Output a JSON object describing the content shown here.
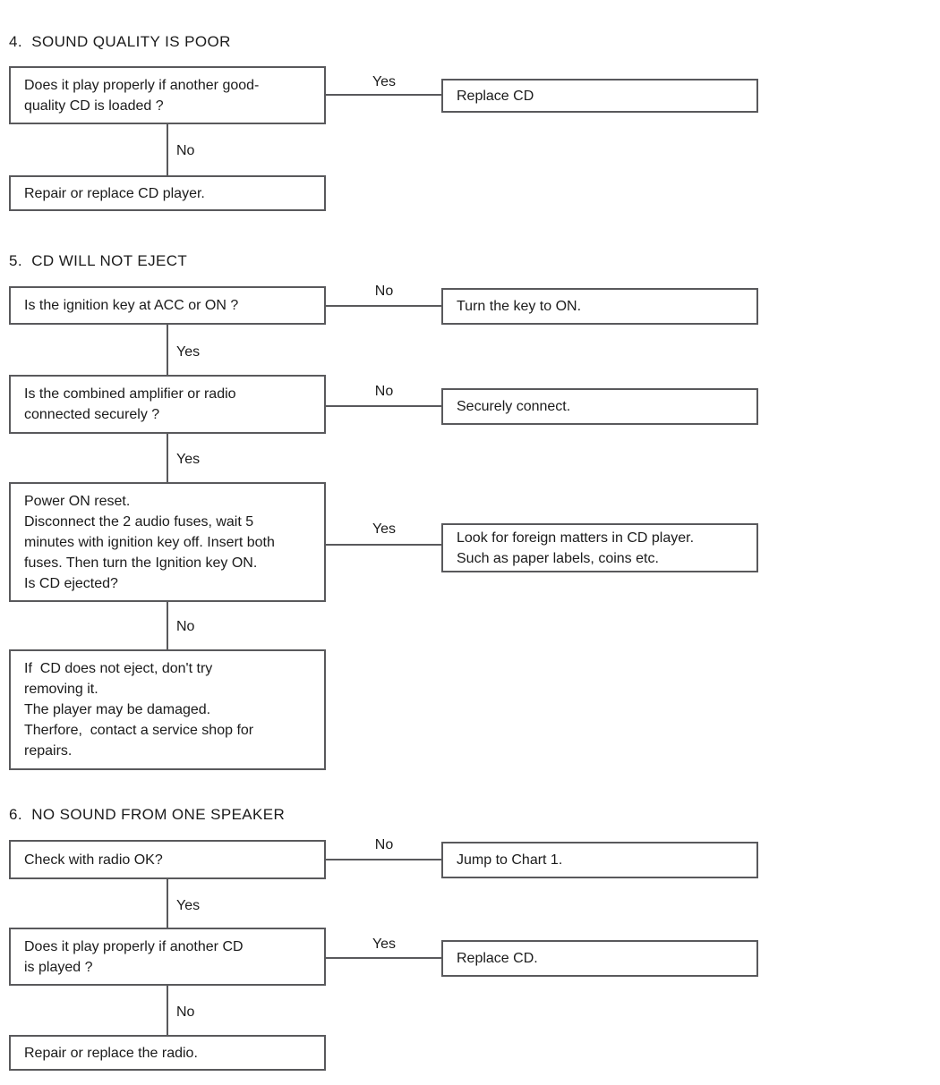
{
  "page": {
    "background_color": "#ffffff",
    "line_color": "#59595c",
    "text_color": "#1b1b1b"
  },
  "sections": [
    {
      "title": "4.  SOUND QUALITY IS POOR",
      "flow": [
        {
          "question": "Does it play properly if another good-\nquality CD is loaded ?",
          "branch_label": "Yes",
          "branch_result": "Replace CD",
          "down_label": "No"
        },
        {
          "terminal": "Repair or replace CD player."
        }
      ]
    },
    {
      "title": "5.  CD WILL NOT EJECT",
      "flow": [
        {
          "question": "Is the ignition key at ACC or ON ?",
          "branch_label": "No",
          "branch_result": "Turn the key to ON.",
          "down_label": "Yes"
        },
        {
          "question": "Is the combined amplifier or radio\nconnected securely ?",
          "branch_label": "No",
          "branch_result": "Securely connect.",
          "down_label": "Yes"
        },
        {
          "question": "Power ON reset.\nDisconnect the 2 audio fuses, wait 5\nminutes with ignition key off. Insert both\nfuses. Then turn the Ignition key ON.\nIs CD ejected?",
          "branch_label": "Yes",
          "branch_result": "Look for foreign matters in CD player.\nSuch as paper labels, coins etc.",
          "down_label": "No"
        },
        {
          "terminal": "If  CD does not eject, don't try\nremoving it.\nThe player may be damaged.\nTherfore,  contact a service shop for\nrepairs."
        }
      ]
    },
    {
      "title": "6.  NO SOUND FROM ONE SPEAKER",
      "flow": [
        {
          "question": "Check with radio OK?",
          "branch_label": "No",
          "branch_result": "Jump to Chart 1.",
          "down_label": "Yes"
        },
        {
          "question": "Does it play properly if another CD\nis played ?",
          "branch_label": "Yes",
          "branch_result": "Replace CD.",
          "down_label": "No"
        },
        {
          "terminal": "Repair or replace the radio."
        }
      ]
    }
  ]
}
